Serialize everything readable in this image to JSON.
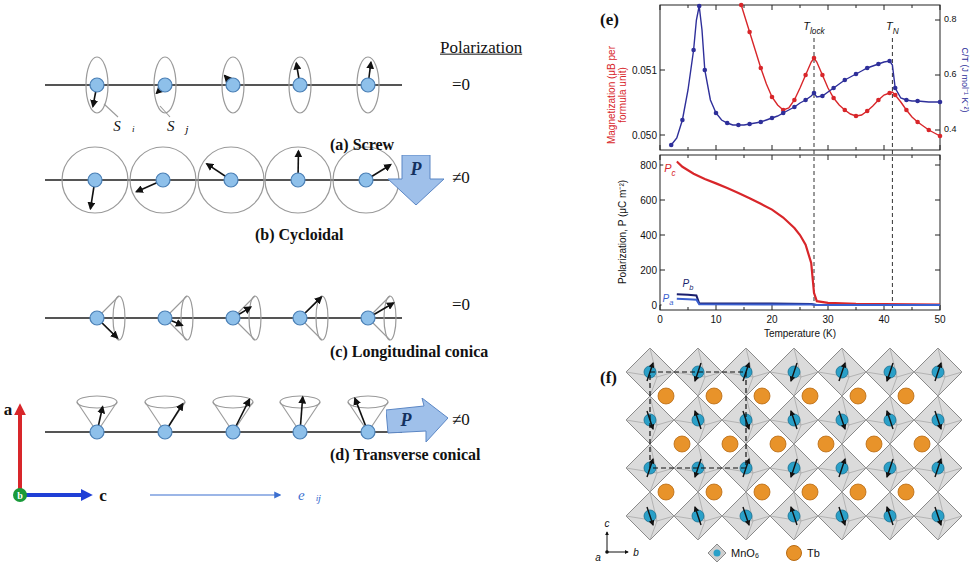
{
  "diagram": {
    "nodes": [
      {
        "text": [
          "P"
        ]
      },
      {
        "text": [
          "P"
        ]
      }
    ],
    "labels": [
      "Polarization",
      "=0",
      "(a) Screw",
      "S⃗ᵢ",
      "S⃗ⱼ",
      "≠0",
      "(b) Cycloidal",
      "=0",
      "(c) Longitudinal conica",
      "≠0",
      "(d) Transverse conical",
      "a",
      "b",
      "c",
      "e⃗ᵢⱼ",
      "(e)",
      "Magnetization (μB per formula unit)",
      "C/T (J mol⁻¹ K⁻²)",
      "0.051",
      "0.050",
      "0.8",
      "0.6",
      "0.4",
      "Tlock",
      "TN",
      "Polarization, P (μC m⁻²)",
      "800",
      "600",
      "400",
      "200",
      "0",
      "0",
      "10",
      "20",
      "30",
      "40",
      "50",
      "Temperature (K)",
      "Pc",
      "Pb",
      "Pa",
      "(f)",
      "c",
      "a",
      "b"
    ],
    "legend": [
      {
        "text": "MnO₆"
      },
      {
        "text": "Tb",
        "color": "#e8932a"
      }
    ]
  }
}
